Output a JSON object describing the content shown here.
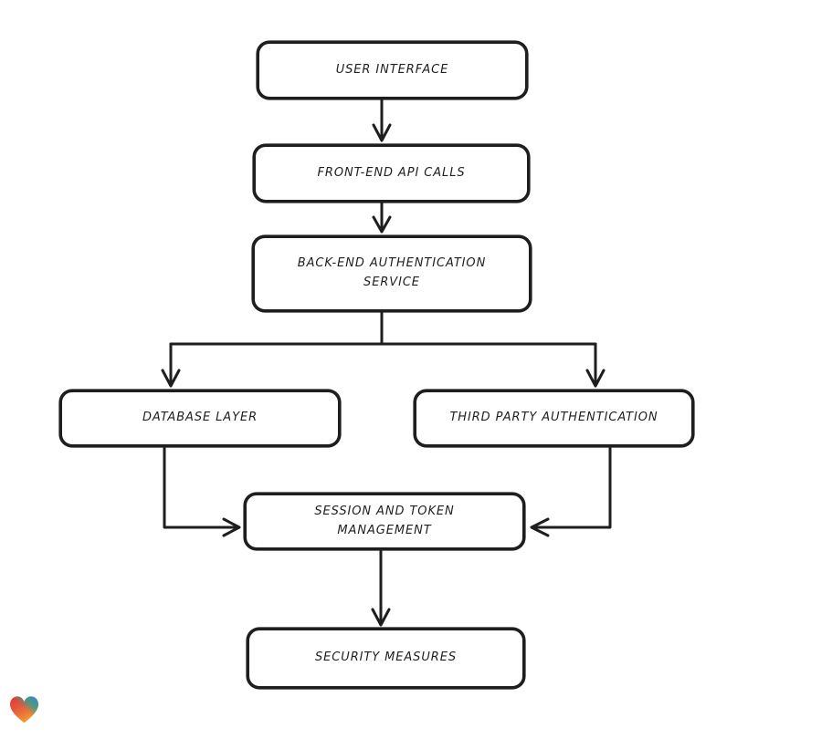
{
  "diagram": {
    "type": "flowchart",
    "style": "hand-drawn",
    "nodes": [
      {
        "id": "user-interface",
        "label": "USER INTERFACE"
      },
      {
        "id": "front-end-api-calls",
        "label": "FRONT-END API CALLS"
      },
      {
        "id": "back-end-auth",
        "label": "BACK-END AUTHENTICATION SERVICE"
      },
      {
        "id": "database-layer",
        "label": "DATABASE LAYER"
      },
      {
        "id": "third-party-auth",
        "label": "THIRD PARTY AUTHENTICATION"
      },
      {
        "id": "session-token",
        "label": "SESSION AND TOKEN MANAGEMENT"
      },
      {
        "id": "security-measures",
        "label": "SECURITY MEASURES"
      }
    ],
    "edges": [
      {
        "from": "user-interface",
        "to": "front-end-api-calls",
        "arrow": "down"
      },
      {
        "from": "front-end-api-calls",
        "to": "back-end-auth",
        "arrow": "down"
      },
      {
        "from": "back-end-auth",
        "to": "database-layer",
        "arrow": "down"
      },
      {
        "from": "back-end-auth",
        "to": "third-party-auth",
        "arrow": "down"
      },
      {
        "from": "database-layer",
        "to": "session-token",
        "arrow": "right-into-left-side"
      },
      {
        "from": "third-party-auth",
        "to": "session-token",
        "arrow": "left-into-right-side"
      },
      {
        "from": "session-token",
        "to": "security-measures",
        "arrow": "down"
      }
    ],
    "colors": {
      "stroke": "#1e1e1e",
      "node_fill": "#ffffff",
      "background": "#ffffff",
      "text": "#1f1f1f"
    }
  },
  "branding": {
    "logo": "gradient-heart",
    "colors": {
      "red": "#e93138",
      "teal": "#2ba390",
      "blue": "#3b82d6",
      "orange": "#f59b31"
    }
  }
}
